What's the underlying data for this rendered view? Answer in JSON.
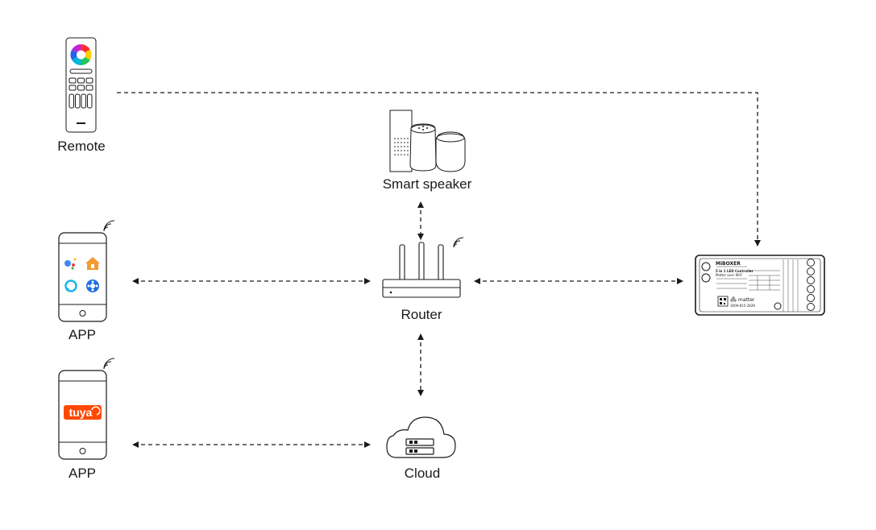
{
  "nodes": {
    "remote": {
      "label": "Remote"
    },
    "smart_speaker": {
      "label": "Smart speaker"
    },
    "app_home": {
      "label": "APP"
    },
    "router": {
      "label": "Router"
    },
    "app_tuya": {
      "label": "APP",
      "logo_text": "tuya"
    },
    "cloud": {
      "label": "Cloud"
    },
    "controller": {
      "brand": "MiBOXER",
      "product_line": "5 in 1 LED Controller",
      "protocol": "Matter over WiFi",
      "logo_text": "matter",
      "code": "3009-815-2839"
    }
  },
  "colors": {
    "line": "#1a1a1a",
    "tuya_brand": "#ff4800",
    "home_icon": "#f29b30",
    "assistant_blue": "#4285f4",
    "assistant_red": "#ea4335",
    "alexa": "#1ab7ea",
    "smartthings": "#1d6fe0"
  },
  "connections": [
    {
      "from": "remote",
      "to": "controller",
      "style": "dashed",
      "arrows": "end"
    },
    {
      "from": "smart_speaker",
      "to": "router",
      "style": "dashed",
      "arrows": "both"
    },
    {
      "from": "app_home",
      "to": "router",
      "style": "dashed",
      "arrows": "both"
    },
    {
      "from": "router",
      "to": "controller",
      "style": "dashed",
      "arrows": "both"
    },
    {
      "from": "router",
      "to": "cloud",
      "style": "dashed",
      "arrows": "both"
    },
    {
      "from": "app_tuya",
      "to": "cloud",
      "style": "dashed",
      "arrows": "both"
    }
  ]
}
